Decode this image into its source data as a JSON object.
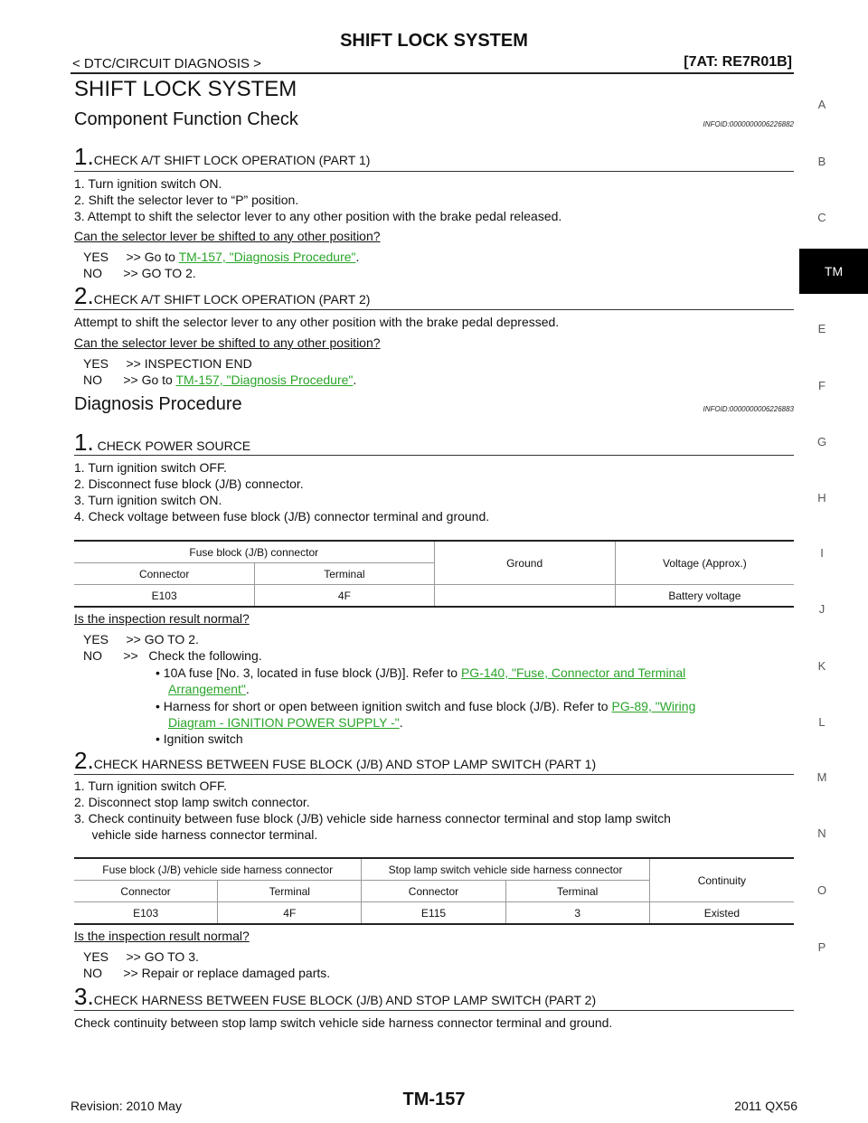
{
  "header": {
    "title": "SHIFT LOCK SYSTEM",
    "section": "< DTC/CIRCUIT DIAGNOSIS >",
    "model": "[7AT: RE7R01B]"
  },
  "page_title": "SHIFT LOCK SYSTEM",
  "side_tabs": [
    "A",
    "B",
    "C",
    "TM",
    "E",
    "F",
    "G",
    "H",
    "I",
    "J",
    "K",
    "L",
    "M",
    "N",
    "O",
    "P"
  ],
  "cfc": {
    "title": "Component Function Check",
    "infoid": "INFOID:0000000006226882",
    "step1": {
      "num": "1.",
      "title": "CHECK A/T SHIFT LOCK OPERATION (PART 1)",
      "items": [
        "1.  Turn ignition switch ON.",
        "2.  Shift the selector lever to “P” position.",
        "3.  Attempt to shift the selector lever to any other position with the brake pedal released."
      ],
      "question": "Can the selector lever be shifted to any other position?",
      "yes_prefix": "YES     >> Go to ",
      "yes_link": "TM-157, \"Diagnosis Procedure\"",
      "yes_suffix": ".",
      "no": "NO      >> GO TO 2."
    },
    "step2": {
      "num": "2.",
      "title": "CHECK A/T SHIFT LOCK OPERATION (PART 2)",
      "text": "Attempt to shift the selector lever to any other position with the brake pedal depressed.",
      "question": "Can the selector lever be shifted to any other position?",
      "yes": "YES     >> INSPECTION END",
      "no_prefix": "NO      >> Go to ",
      "no_link": "TM-157, \"Diagnosis Procedure\"",
      "no_suffix": "."
    }
  },
  "dp": {
    "title": "Diagnosis Procedure",
    "infoid": "INFOID:0000000006226883",
    "step1": {
      "num": "1.",
      "title": " CHECK POWER SOURCE",
      "items": [
        "1.  Turn ignition switch OFF.",
        "2.  Disconnect fuse block (J/B) connector.",
        "3.  Turn ignition switch ON.",
        "4.  Check voltage between fuse block (J/B) connector terminal and ground."
      ],
      "table": {
        "h_fuse": "Fuse block (J/B) connector",
        "h_ground": "Ground",
        "h_voltage": "Voltage (Approx.)",
        "h_connector": "Connector",
        "h_terminal": "Terminal",
        "connector": "E103",
        "terminal": "4F",
        "voltage": "Battery voltage"
      },
      "question": "Is the inspection result normal?",
      "yes": "YES     >> GO TO 2.",
      "no": "NO      >>   Check the following.",
      "b1_prefix": "• 10A fuse [No. 3, located in fuse block (J/B)]. Refer to ",
      "b1_link1": "PG-140, \"Fuse, Connector and Terminal",
      "b1_link2": "Arrangement\"",
      "b1_suffix": ".",
      "b2_prefix": "• Harness for short or open between ignition switch and fuse block (J/B). Refer to ",
      "b2_link1": "PG-89, \"Wiring",
      "b2_link2": "Diagram - IGNITION POWER SUPPLY -\"",
      "b2_suffix": ".",
      "b3": "• Ignition switch"
    },
    "step2": {
      "num": "2.",
      "title": "CHECK HARNESS BETWEEN FUSE BLOCK (J/B) AND STOP LAMP SWITCH (PART 1)",
      "items": [
        "1.  Turn ignition switch OFF.",
        "2.  Disconnect stop lamp switch connector.",
        "3.  Check continuity between fuse block (J/B) vehicle side harness connector terminal and stop lamp switch",
        "     vehicle side harness connector terminal."
      ],
      "table": {
        "h_fuse": "Fuse block (J/B) vehicle side harness connector",
        "h_stop": "Stop lamp switch vehicle side harness connector",
        "h_cont": "Continuity",
        "h_connector": "Connector",
        "h_terminal": "Terminal",
        "c1": "E103",
        "t1": "4F",
        "c2": "E115",
        "t2": "3",
        "cont": "Existed"
      },
      "question": "Is the inspection result normal?",
      "yes": "YES     >> GO TO 3.",
      "no": "NO      >> Repair or replace damaged parts."
    },
    "step3": {
      "num": "3.",
      "title": "CHECK HARNESS BETWEEN FUSE BLOCK (J/B) AND STOP LAMP SWITCH (PART 2)",
      "text": "Check continuity between stop lamp switch vehicle side harness connector terminal and ground."
    }
  },
  "footer": {
    "revision": "Revision: 2010 May",
    "page": "TM-157",
    "model": "2011 QX56"
  }
}
